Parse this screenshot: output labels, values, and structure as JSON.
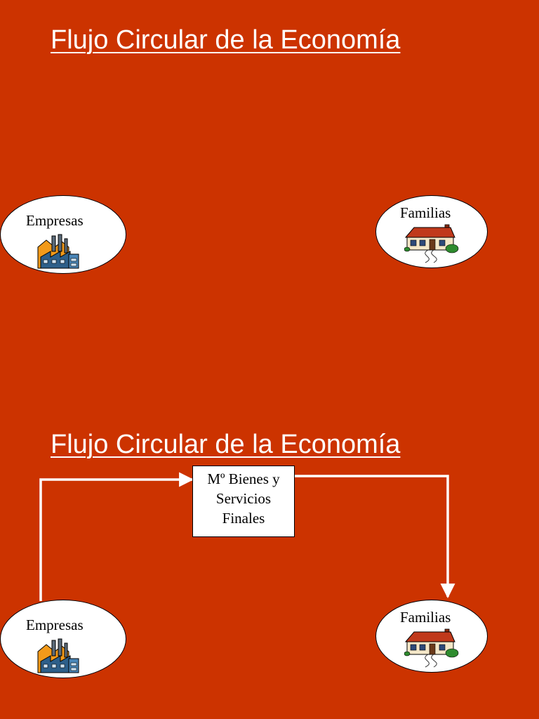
{
  "slides": [
    {
      "title": "Flujo Circular de la Economía",
      "nodes": {
        "firms": {
          "label": "Empresas",
          "icon": "factory-icon"
        },
        "households": {
          "label": "Familias",
          "icon": "house-icon"
        }
      }
    },
    {
      "title": "Flujo Circular de la Economía",
      "nodes": {
        "firms": {
          "label": "Empresas",
          "icon": "factory-icon"
        },
        "households": {
          "label": "Familias",
          "icon": "house-icon"
        }
      },
      "flows": [
        {
          "from": "Empresas",
          "to": "Familias",
          "label_lines": [
            "Mº Bienes y",
            "Servicios",
            "Finales"
          ]
        }
      ]
    }
  ],
  "colors": {
    "background": "#cc3300",
    "text_title": "#ffffff",
    "node_fill": "#ffffff",
    "arrow": "#ffffff"
  }
}
